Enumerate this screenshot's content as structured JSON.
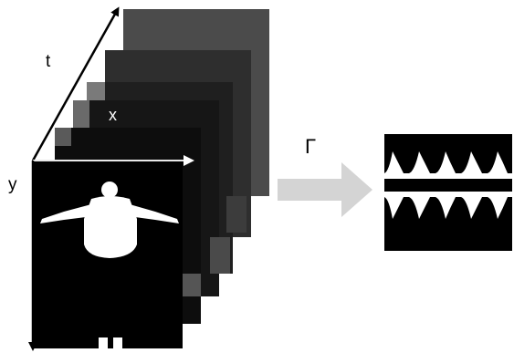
{
  "axes": {
    "t": "t",
    "x": "x",
    "y": "y"
  },
  "transform": {
    "label": "Γ"
  },
  "colors": {
    "frame_dark": "#111111",
    "arrow_gray": "#d4d4d4",
    "silhouette": "#ffffff"
  }
}
